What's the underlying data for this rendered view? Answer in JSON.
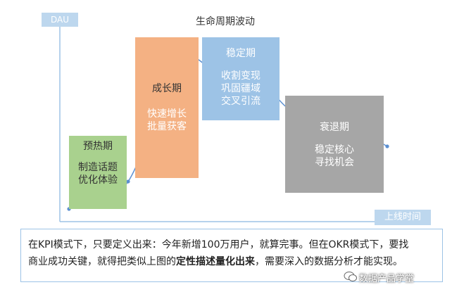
{
  "title": "生命周期波动",
  "axes": {
    "y_label": "DAU",
    "x_label": "上线时间"
  },
  "phases": [
    {
      "name": "预热期",
      "desc": "制造话题\n优化体验",
      "color": "#a9d18e"
    },
    {
      "name": "成长期",
      "desc": "快速增长\n批量获客",
      "color": "#f4b183"
    },
    {
      "name": "稳定期",
      "desc": "收割变现\n巩固疆域\n交叉引流",
      "color": "#9dc3e6"
    },
    {
      "name": "衰退期",
      "desc": "稳定核心\n寻找机会",
      "color": "#a6a6a6"
    }
  ],
  "curve_color": "#5b8fd1",
  "axis_color": "#9dc3e6",
  "note": {
    "line1": "在KPI模式下，只要定义出来：今年新增100万用户，就算完事。但在OKR模式下，要找",
    "line2_pre": "商业成功关键，就得把类似上图的",
    "line2_bold": "定性描述量化出来",
    "line2_post": "，需要深入的数据分析才能实现。"
  },
  "watermark": "数据产品学堂"
}
